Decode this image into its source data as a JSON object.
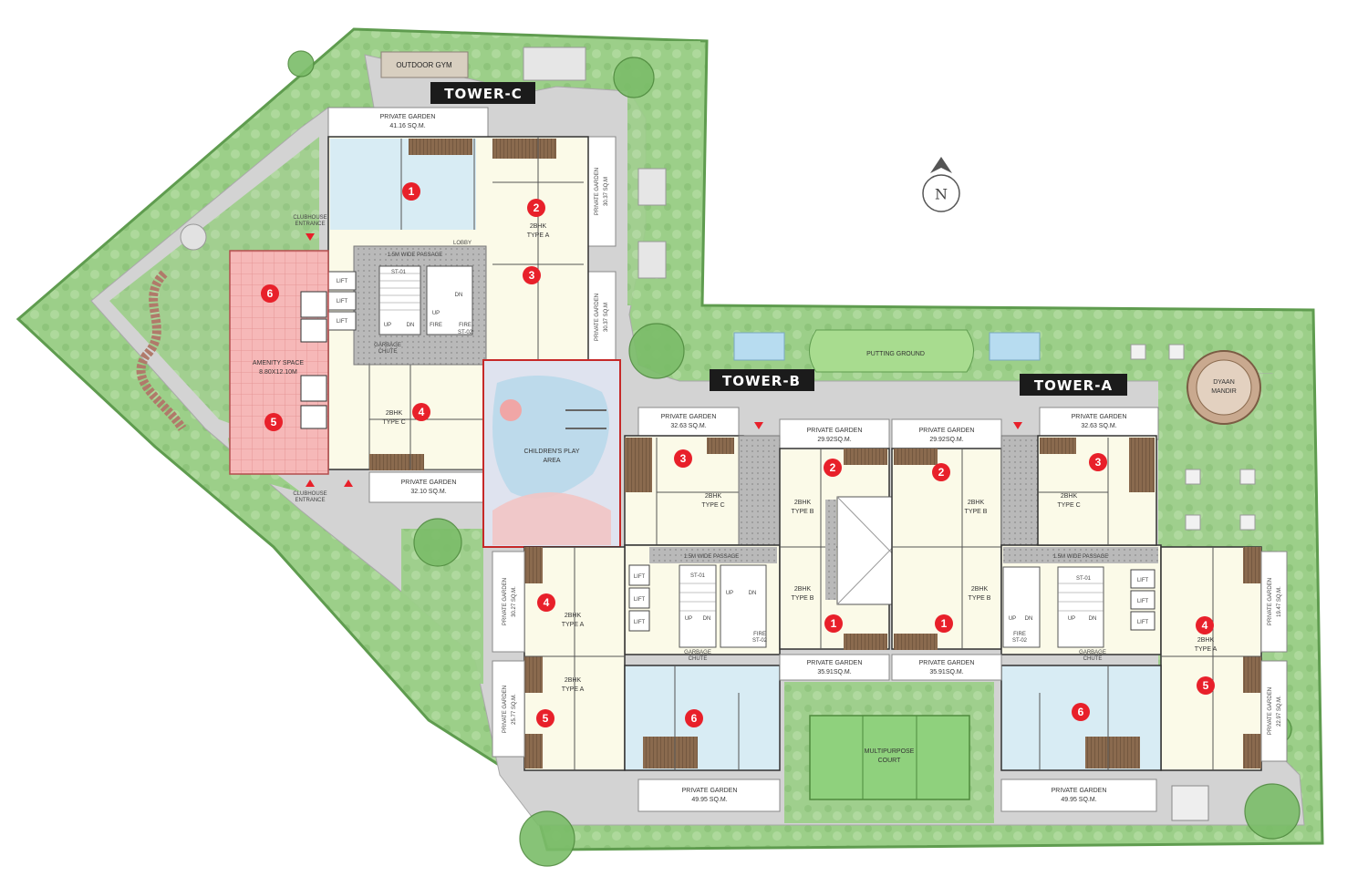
{
  "colors": {
    "landscape": "#8cc67a",
    "landscape_edge": "#5f9c4f",
    "path": "#c9c9c9",
    "unit": "#fbfae8",
    "light_blue": "#d8ecf4",
    "amenity": "#f6b8b8",
    "court": "#8fd17d",
    "marker": "#e8202a",
    "tag_bg": "#1b1b1b",
    "wood": "#8a6a4e",
    "circulation": "#b8b8b8",
    "play": "#dfe3ef"
  },
  "north_label": "N",
  "towers": {
    "c": "TOWER-C",
    "b": "TOWER-B",
    "a": "TOWER-A"
  },
  "amenities": {
    "outdoor_gym": "OUTDOOR GYM",
    "putting_ground": "PUTTING GROUND",
    "dyaan_mandir_1": "DYAAN",
    "dyaan_mandir_2": "MANDIR",
    "multipurpose_1": "MULTIPURPOSE",
    "multipurpose_2": "COURT",
    "childrens_play_1": "CHILDREN'S PLAY",
    "childrens_play_2": "AREA",
    "amenity_space_1": "AMENITY SPACE",
    "amenity_space_2": "8.80X12.10M",
    "clubhouse_entrance_1": "CLUBHOUSE",
    "clubhouse_entrance_2": "ENTRANCE"
  },
  "gardens": {
    "c_top": {
      "name": "PRIVATE GARDEN",
      "area": "41.16 SQ.M."
    },
    "c_right_1": {
      "name": "PRIVATE GARDEN",
      "area": "30.37 SQ.M"
    },
    "c_right_2": {
      "name": "PRIVATE GARDEN",
      "area": "30.37 SQ.M"
    },
    "c_bottom": {
      "name": "PRIVATE GARDEN",
      "area": "32.10 SQ.M."
    },
    "b_top_left": {
      "name": "PRIVATE GARDEN",
      "area": "32.63 SQ.M."
    },
    "b_top_mid": {
      "name": "PRIVATE GARDEN",
      "area": "29.92SQ.M."
    },
    "a_top_mid": {
      "name": "PRIVATE GARDEN",
      "area": "29.92SQ.M."
    },
    "a_top_right": {
      "name": "PRIVATE GARDEN",
      "area": "32.63 SQ.M."
    },
    "b_left_1": {
      "name": "PRIVATE GARDEN",
      "area": "30.27 SQ.M."
    },
    "b_left_2": {
      "name": "PRIVATE GARDEN",
      "area": "25.77 SQ.M."
    },
    "b_mid_bottom": {
      "name": "PRIVATE GARDEN",
      "area": "35.91SQ.M."
    },
    "a_mid_bottom": {
      "name": "PRIVATE GARDEN",
      "area": "35.91SQ.M."
    },
    "a_right_1": {
      "name": "PRIVATE GARDEN",
      "area": "19.47 SQ.M."
    },
    "a_right_2": {
      "name": "PRIVATE GARDEN",
      "area": "22.97 SQ.M."
    },
    "b_bottom": {
      "name": "PRIVATE GARDEN",
      "area": "49.95 SQ.M."
    },
    "a_bottom": {
      "name": "PRIVATE GARDEN",
      "area": "49.95 SQ.M."
    }
  },
  "unit_labels": {
    "type_a_1": "2BHK",
    "type_a_2": "TYPE A",
    "type_b_1": "2BHK",
    "type_b_2": "TYPE B",
    "type_c_1": "2BHK",
    "type_c_2": "TYPE C"
  },
  "service_labels": {
    "lobby": "LOBBY",
    "st01": "ST-01",
    "fire": "FIRE",
    "st02": "ST-02",
    "garbage_1": "GARBAGE",
    "garbage_2": "CHUTE",
    "up": "UP",
    "dn": "DN",
    "lift": "LIFT",
    "passage": "1.5M WIDE PASSAGE"
  },
  "markers": {
    "one": "1",
    "two": "2",
    "three": "3",
    "four": "4",
    "five": "5",
    "six": "6"
  }
}
